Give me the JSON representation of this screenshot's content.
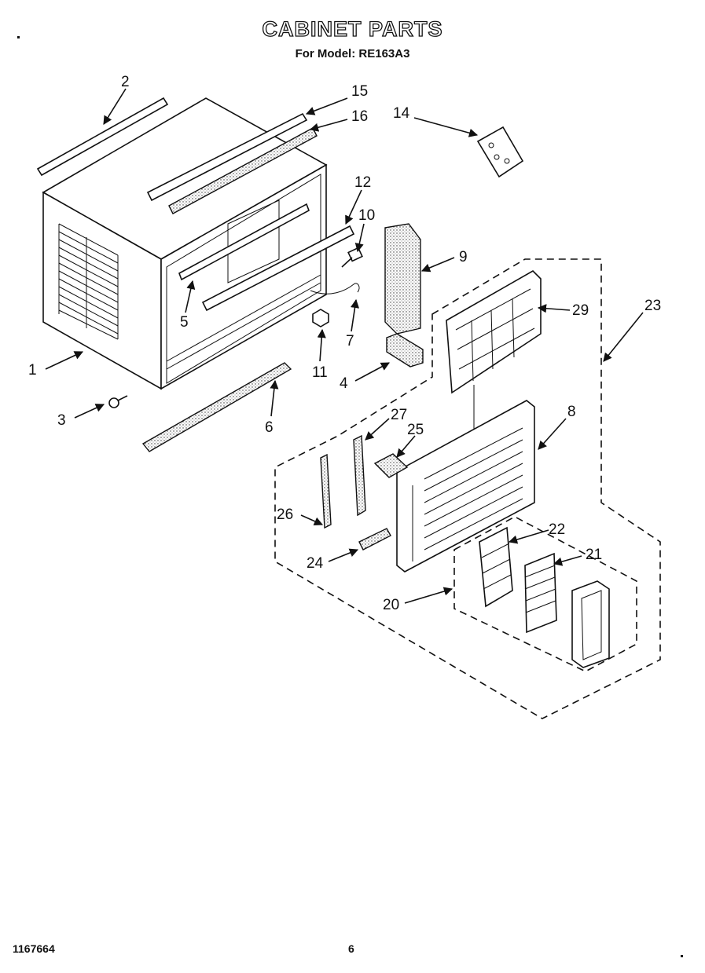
{
  "header": {
    "title": "CABINET PARTS",
    "subtitle": "For Model: RE163A3"
  },
  "footer": {
    "doc_number": "1167664",
    "page_number": "6"
  },
  "callouts": [
    "1",
    "2",
    "3",
    "4",
    "5",
    "6",
    "7",
    "8",
    "9",
    "10",
    "11",
    "12",
    "14",
    "15",
    "16",
    "20",
    "21",
    "22",
    "23",
    "24",
    "25",
    "26",
    "27",
    "29"
  ]
}
